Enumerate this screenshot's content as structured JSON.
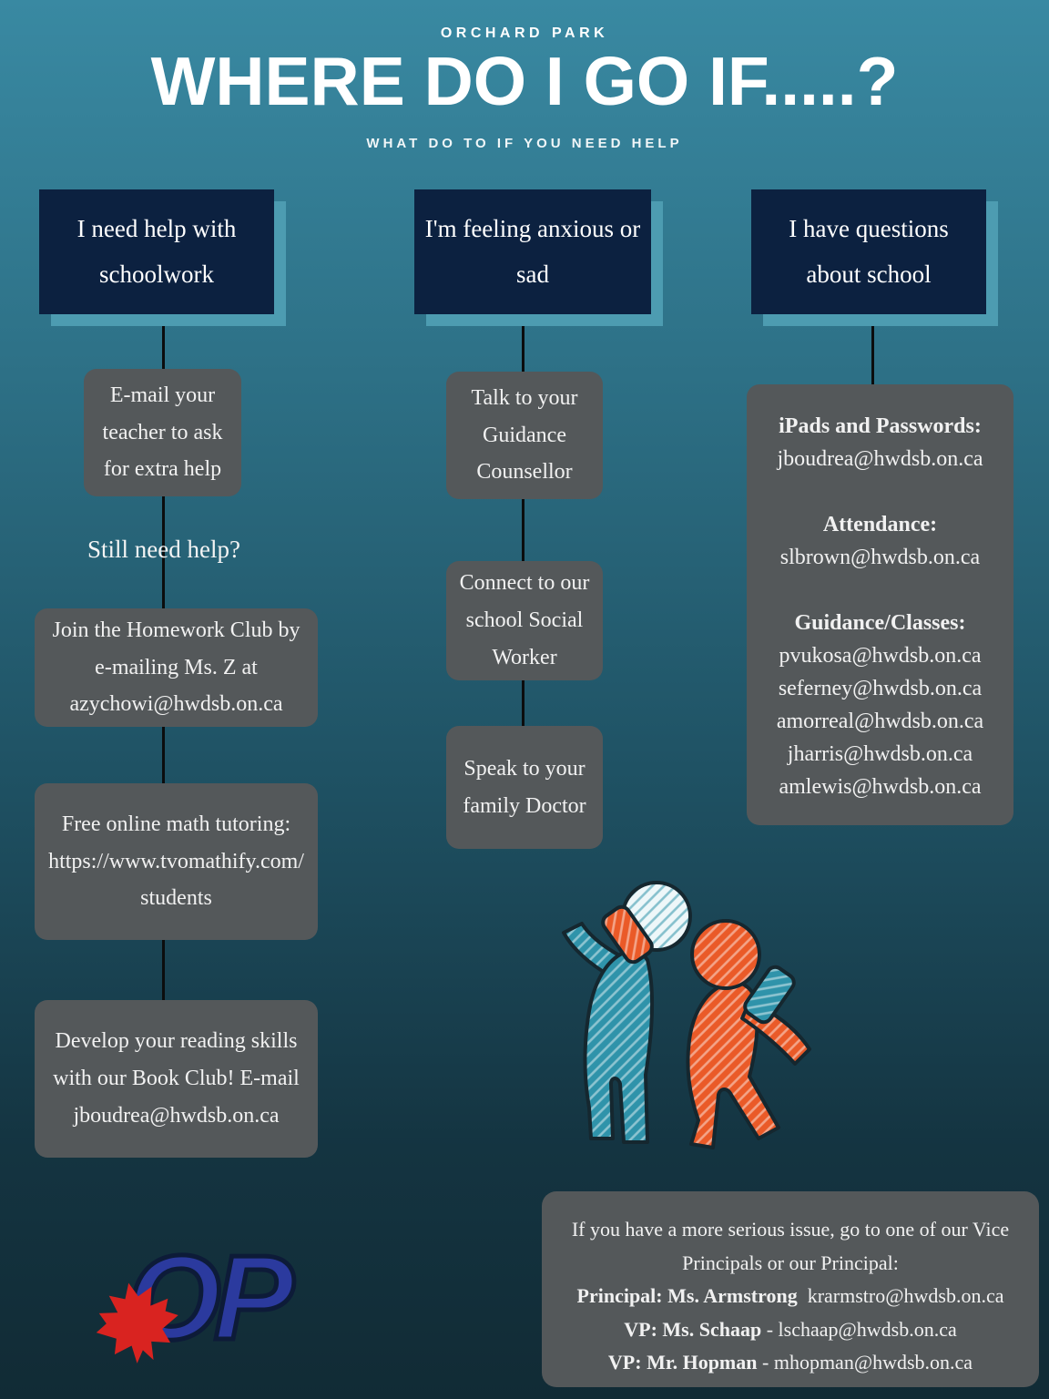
{
  "poster": {
    "kicker": "ORCHARD PARK",
    "title": "WHERE DO I GO IF.....?",
    "subtitle": "WHAT DO TO IF YOU NEED HELP"
  },
  "colors": {
    "background_top": "#3989a2",
    "background_bottom": "#112b35",
    "header_navy": "#0c2140",
    "header_shadow_teal": "#4d9cb1",
    "card_gray": "#54585a",
    "figure_teal": "#2f93aa",
    "figure_orange": "#ea5a28",
    "logo_blue": "#2b3a9e",
    "logo_red": "#d92320"
  },
  "columns": [
    {
      "header": "I need help with schoolwork",
      "box1": "E-mail your teacher to ask for extra help",
      "label": "Still need help?",
      "box2": "Join the Homework Club by e-mailing  Ms. Z at azychowi@hwdsb.on.ca",
      "box3": "Free online math tutoring: https://www.tvomathify.com/students",
      "box4": "Develop your reading skills with our Book Club! E-mail jboudrea@hwdsb.on.ca"
    },
    {
      "header": "I'm feeling anxious or sad",
      "box1": "Talk to your Guidance Counsellor",
      "box2": "Connect to our school Social Worker",
      "box3": "Speak to your family Doctor"
    },
    {
      "header": "I have  questions about school",
      "sections": [
        {
          "heading": "iPads and Passwords:",
          "email1": "jboudrea@hwdsb.on.ca"
        },
        {
          "heading": "Attendance:",
          "email1": "slbrown@hwdsb.on.ca"
        },
        {
          "heading": "Guidance/Classes:",
          "email1": "pvukosa@hwdsb.on.ca",
          "email2": "seferney@hwdsb.on.ca",
          "email3": "amorreal@hwdsb.on.ca",
          "email4": "jharris@hwdsb.on.ca",
          "email5": "amlewis@hwdsb.on.ca"
        }
      ]
    }
  ],
  "footer_box": {
    "intro": "If you have a more serious issue, go to one of our Vice Principals or our Principal:",
    "principal_bold": "Principal: Ms. Armstrong",
    "principal_rest": "  krarmstro@hwdsb.on.ca",
    "vp1_bold": "VP: Ms. Schaap",
    "vp1_rest": " - lschaap@hwdsb.on.ca",
    "vp2_bold": "VP: Mr. Hopman",
    "vp2_rest": " - mhopman@hwdsb.on.ca"
  },
  "logo": {
    "text": "OP"
  }
}
